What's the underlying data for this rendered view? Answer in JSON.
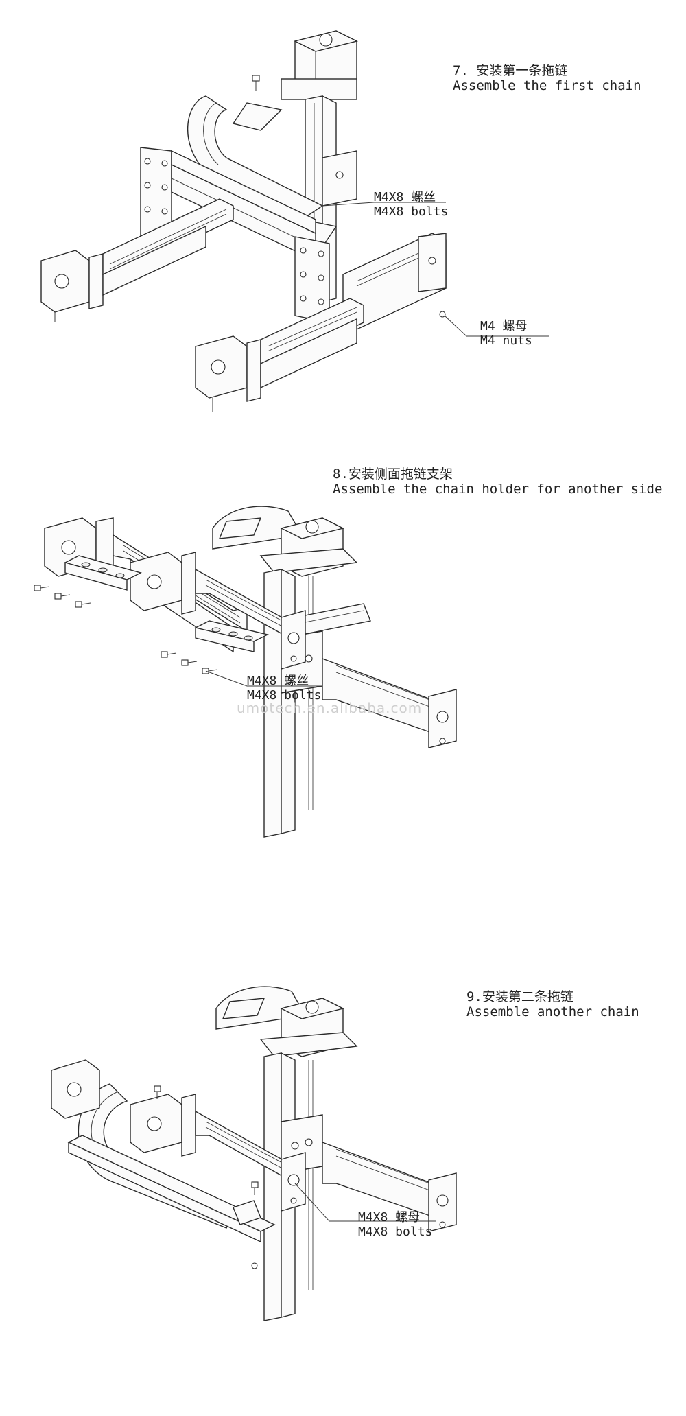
{
  "steps": [
    {
      "number_cn": "7. 安装第一条拖链",
      "title_en": "Assemble the first chain",
      "callouts": [
        {
          "cn": "M4X8 螺丝",
          "en": "M4X8 bolts"
        },
        {
          "cn": "M4 螺母",
          "en": "M4 nuts"
        }
      ]
    },
    {
      "number_cn": "8.安装侧面拖链支架",
      "title_en": "Assemble the chain holder for another side",
      "callouts": [
        {
          "cn": "M4X8 螺丝",
          "en": "M4X8 bolts"
        }
      ]
    },
    {
      "number_cn": "9.安装第二条拖链",
      "title_en": "Assemble another chain",
      "callouts": [
        {
          "cn": "M4X8 螺母",
          "en": "M4X8 bolts"
        }
      ]
    }
  ],
  "watermark": "umotech.en.alibaba.com"
}
